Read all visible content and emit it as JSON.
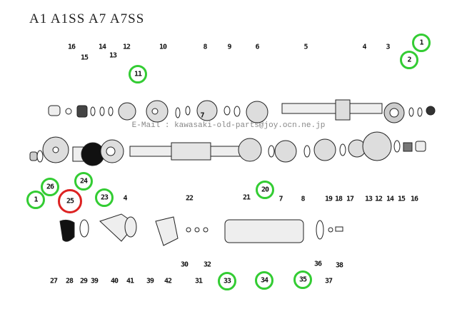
{
  "title": "A1 A1SS A7 A7SS",
  "email": "E-Mail : kawasaki-old-parts@joy.ocn.ne.jp",
  "highlight_colors": {
    "selected": "#33cc33",
    "current": "#dd2222"
  },
  "top_labels": [
    "16",
    "15",
    "14",
    "13",
    "12",
    "11",
    "10",
    "8",
    "9",
    "6",
    "5",
    "4",
    "3",
    "2",
    "1",
    "7"
  ],
  "middle_labels": [
    "1",
    "26",
    "25",
    "24",
    "23",
    "4",
    "22",
    "21",
    "20",
    "7",
    "8",
    "19",
    "18",
    "17",
    "13",
    "12",
    "14",
    "15",
    "16"
  ],
  "bottom_labels": [
    "30",
    "32",
    "36",
    "38",
    "27",
    "28",
    "29",
    "39",
    "40",
    "41",
    "39",
    "42",
    "31",
    "33",
    "34",
    "35",
    "37"
  ]
}
